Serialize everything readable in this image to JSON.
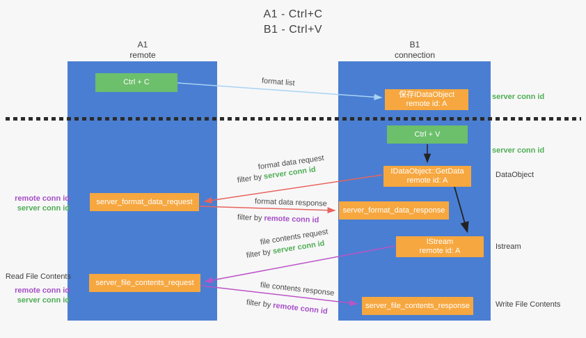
{
  "title": {
    "line1": "A1 - Ctrl+C",
    "line2": "B1 - Ctrl+V"
  },
  "lanes": {
    "a1": {
      "name": "A1",
      "subtitle": "remote"
    },
    "b1": {
      "name": "B1",
      "subtitle": "connection"
    }
  },
  "boxes": {
    "ctrl_c": {
      "label": "Ctrl + C"
    },
    "ctrl_v": {
      "label": "Ctrl + V"
    },
    "save_idataobject": {
      "line1": "保存IDataObject",
      "line2": "remote id: A"
    },
    "getdata": {
      "line1": "IDataObject::GetData",
      "line2": "remote id: A"
    },
    "format_request": {
      "label": "server_format_data_request"
    },
    "format_response": {
      "label": "server_format_data_response"
    },
    "istream": {
      "line1": "IStream",
      "line2": "remote id: A"
    },
    "file_request": {
      "label": "server_file_contents_request"
    },
    "file_response": {
      "label": "server_file_contents_response"
    }
  },
  "arrow_labels": {
    "format_list": "format list",
    "format_data_request": "format data request",
    "filter_server_1": {
      "prefix": "filter by ",
      "value": "server conn id"
    },
    "format_data_response": "format data response",
    "filter_remote_1": {
      "prefix": "filter by ",
      "value": "remote conn id"
    },
    "file_contents_request": "file contents request",
    "filter_server_2": {
      "prefix": "filter by ",
      "value": "server conn id"
    },
    "file_contents_response": "file contents response",
    "filter_remote_2": {
      "prefix": "filter by ",
      "value": "remote conn id"
    }
  },
  "side_labels": {
    "server_conn_top": "server conn id",
    "server_conn_mid": "server conn id",
    "dataobject": "DataObject",
    "istream": "Istream",
    "write_file": "Write File Contents",
    "read_file": "Read File Contents",
    "left_remote_1": "remote conn id",
    "left_server_1": "server conn id",
    "left_remote_2": "remote conn id",
    "left_server_2": "server conn id"
  },
  "colors": {
    "lane_blue": "#4a7ed2",
    "box_green": "#6cbf6b",
    "box_orange": "#f6a73f",
    "text_green": "#4fae54",
    "text_purple": "#a64ec6",
    "arrow_light_blue": "#a9d3f2",
    "arrow_salmon": "#e8645c",
    "arrow_magenta": "#bb54c5",
    "arrow_black": "#222222",
    "divider_black": "#2b2b2b",
    "background": "#f7f7f8"
  }
}
